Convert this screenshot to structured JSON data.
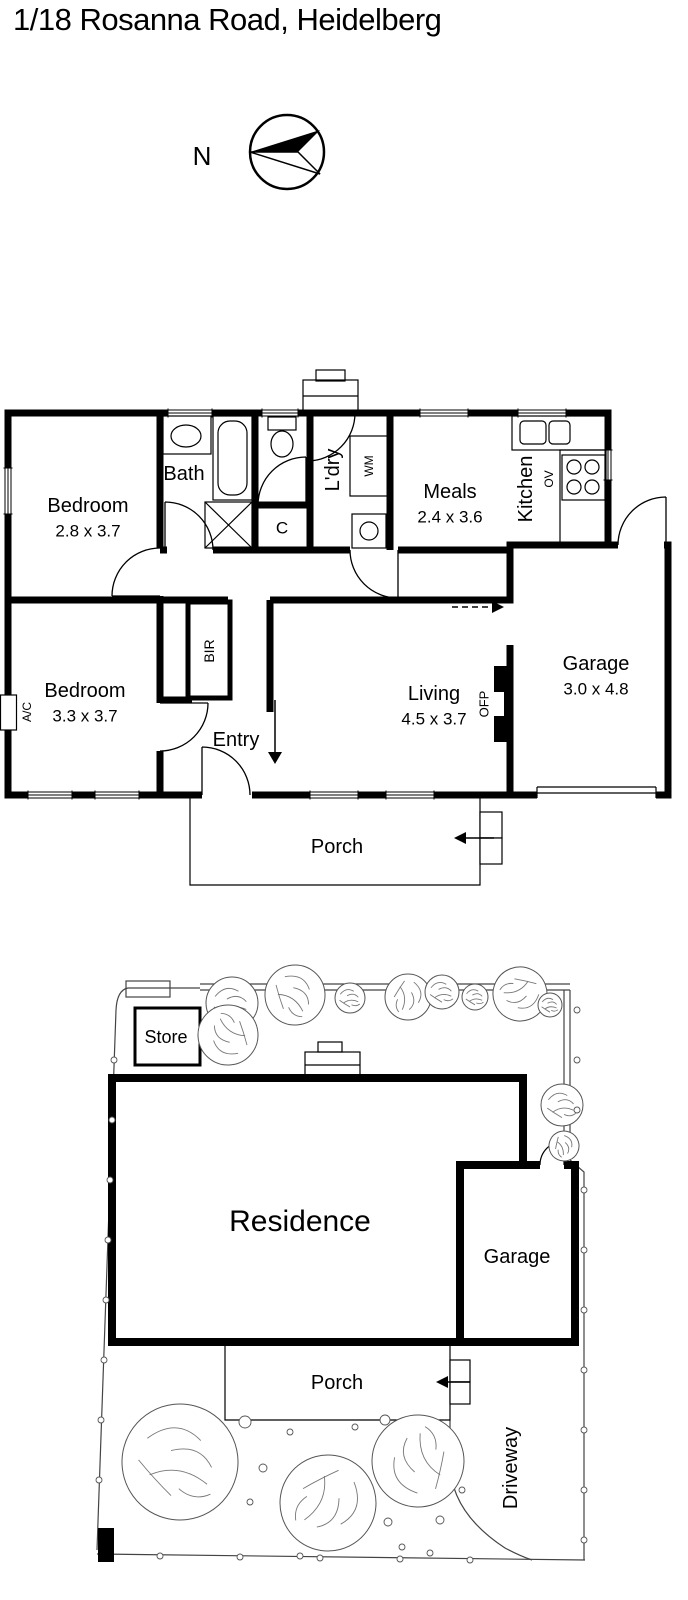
{
  "page": {
    "title": "1/18 Rosanna Road, Heidelberg"
  },
  "compass": {
    "north_label": "N"
  },
  "floorplan": {
    "bedroom1": {
      "name": "Bedroom",
      "dims": "2.8 x 3.7"
    },
    "bath": {
      "name": "Bath"
    },
    "laundry": {
      "name": "L'dry"
    },
    "washing_machine": {
      "label": "WM"
    },
    "meals": {
      "name": "Meals",
      "dims": "2.4 x 3.6"
    },
    "kitchen": {
      "name": "Kitchen"
    },
    "oven": {
      "label": "OV"
    },
    "closet": {
      "label": "C"
    },
    "bedroom2": {
      "name": "Bedroom",
      "dims": "3.3 x 3.7"
    },
    "bir": {
      "label": "BIR"
    },
    "air_conditioner": {
      "label": "A/C"
    },
    "entry": {
      "name": "Entry"
    },
    "living": {
      "name": "Living",
      "dims": "4.5 x 3.7"
    },
    "fireplace": {
      "label": "OFP"
    },
    "garage": {
      "name": "Garage",
      "dims": "3.0 x 4.8"
    },
    "porch": {
      "name": "Porch"
    }
  },
  "siteplan": {
    "store": {
      "name": "Store"
    },
    "residence": {
      "name": "Residence"
    },
    "garage": {
      "name": "Garage"
    },
    "porch": {
      "name": "Porch"
    },
    "driveway": {
      "name": "Driveway"
    }
  }
}
